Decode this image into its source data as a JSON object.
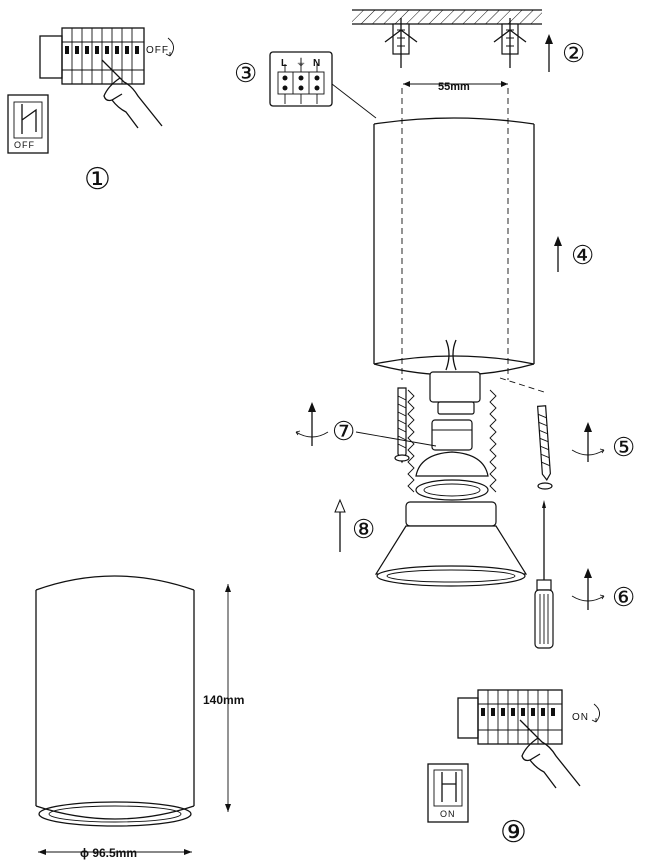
{
  "steps": {
    "step1": "①",
    "step2": "②",
    "step3": "③",
    "step4": "④",
    "step5": "⑤",
    "step6": "⑥",
    "step7": "⑦",
    "step8": "⑧",
    "step9": "⑨"
  },
  "switch_labels": {
    "off_breaker": "OFF",
    "off_switch": "OFF",
    "on_breaker": "ON",
    "on_switch": "ON"
  },
  "terminal_labels": {
    "live": "L",
    "earth": "⏚",
    "neutral": "N"
  },
  "dimensions": {
    "anchor_spacing": "55mm",
    "height": "140mm",
    "diameter": "ϕ 96.5mm"
  }
}
